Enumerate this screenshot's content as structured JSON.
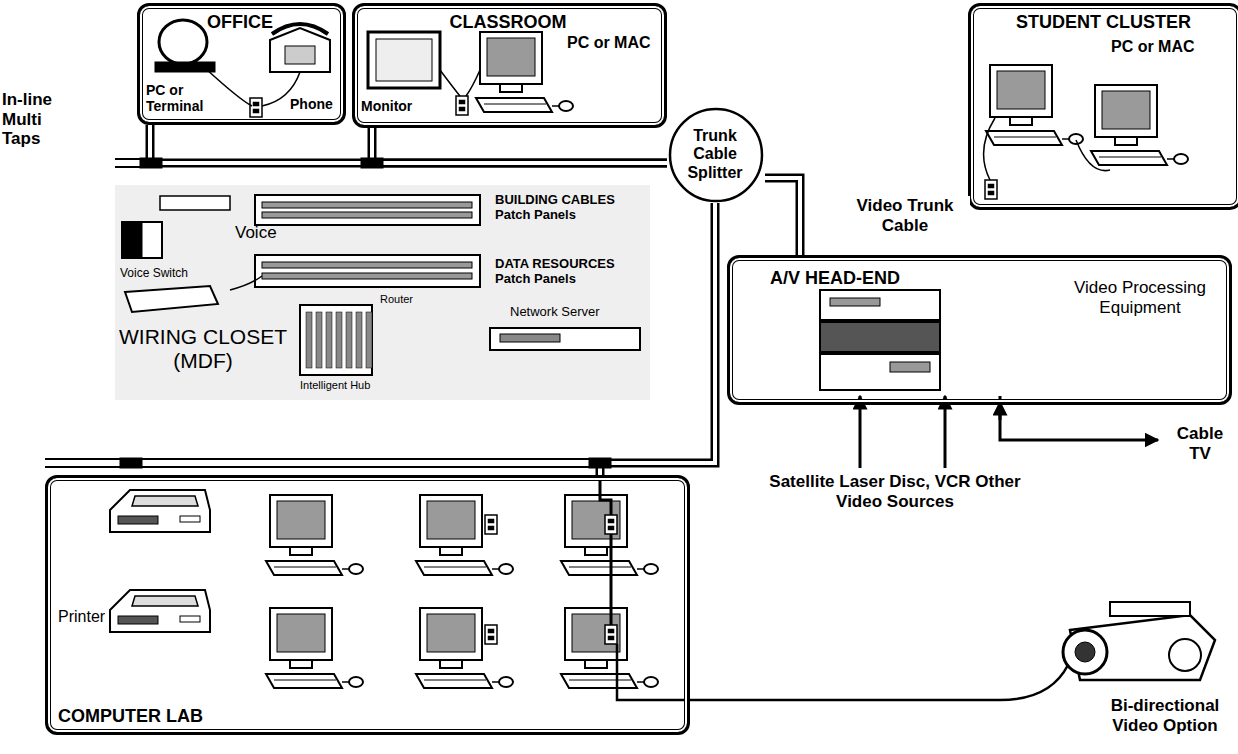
{
  "diagram": {
    "nodes": [
      {
        "text": [
          "OFFICE",
          "PC or Terminal",
          "Phone"
        ]
      },
      {
        "text": [
          "CLASSROOM",
          "Monitor",
          "PC or MAC"
        ]
      },
      {
        "text": [
          "STUDENT CLUSTER",
          "PC or MAC"
        ]
      },
      {
        "text": [
          "WIRING CLOSET (MDF)",
          "Voice",
          "Voice Switch",
          "BUILDING CABLES Patch Panels",
          "DATA RESOURCES Patch Panels",
          "Router",
          "Network Server",
          "Intelligent Hub"
        ]
      },
      {
        "text": [
          "Trunk Cable Splitter"
        ]
      },
      {
        "text": [
          "A/V HEAD-END",
          "Video Processing Equipment"
        ]
      },
      {
        "text": [
          "COMPUTER LAB",
          "Printer"
        ]
      }
    ],
    "edges": [
      {
        "from": 4,
        "to": 0,
        "arrow": "none"
      },
      {
        "from": 4,
        "to": 1,
        "arrow": "none"
      },
      {
        "from": 4,
        "to": 6,
        "arrow": "none"
      },
      {
        "from": 4,
        "to": 5,
        "label": "Video Trunk Cable",
        "arrow": "none"
      }
    ],
    "labels": [
      "In-line Multi Taps",
      "Satellite Laser Disc, VCR Other Video Sources",
      "Cable TV",
      "Bi-directional Video Option"
    ]
  }
}
